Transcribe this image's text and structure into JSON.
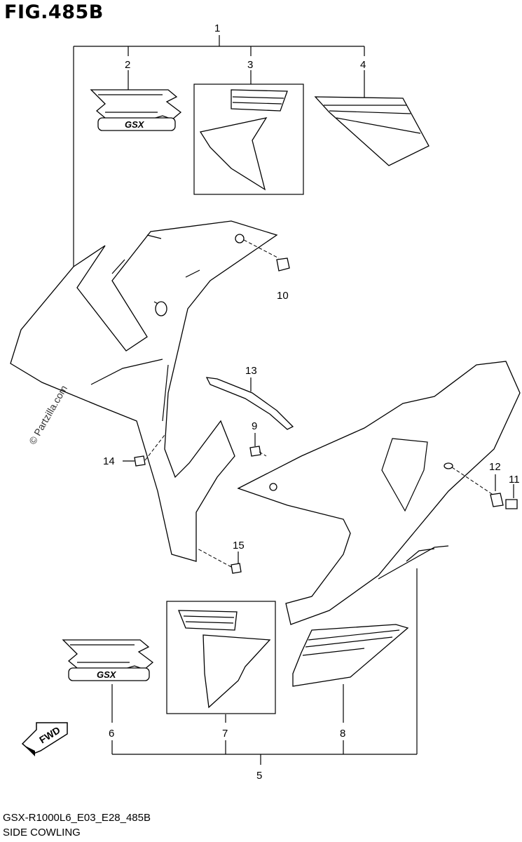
{
  "figure_title": "FIG.485B",
  "footer": {
    "code": "GSX-R1000L6_E03_E28_485B",
    "name": "SIDE COWLING"
  },
  "watermark": "© Partzilla.com",
  "fwd_label": "FWD",
  "decal_text": {
    "top": "GSX",
    "bottom": "GSX"
  },
  "callouts": {
    "c1": "1",
    "c2": "2",
    "c3": "3",
    "c4": "4",
    "c5": "5",
    "c6": "6",
    "c7": "7",
    "c8": "8",
    "c9": "9",
    "c10": "10",
    "c11": "11",
    "c12": "12",
    "c13": "13",
    "c14": "14",
    "c15": "15"
  }
}
